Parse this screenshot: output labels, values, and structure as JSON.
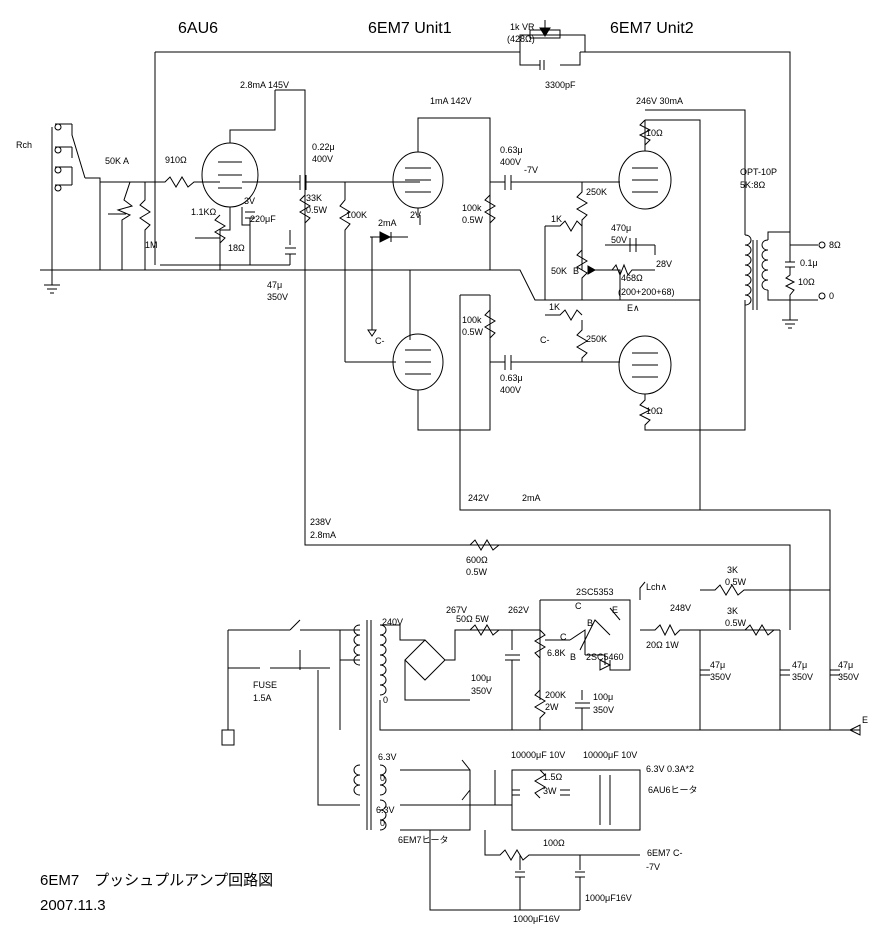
{
  "titles": {
    "tube1": "6AU6",
    "tube2": "6EM7 Unit1",
    "tube3": "6EM7 Unit2"
  },
  "footer": {
    "title": "6EM7　プッシュプルアンプ回路図",
    "date": "2007.11.3"
  },
  "labels": {
    "vr": "1k  VR",
    "vr2": "(428Ω)",
    "c3300": "3300pF",
    "rch": "Rch",
    "pot": "50K A",
    "r910": "910Ω",
    "r1m": "1M",
    "v1a": "2.8mA  145V",
    "r11k": "1.1KΩ",
    "v3": "3V",
    "c220": "220μF",
    "r18": "18Ω",
    "c022a": "0.22μ",
    "c022b": "400V",
    "r33ka": "33K",
    "r33kb": "0.5W",
    "r100k": "100K",
    "c47a": "47μ",
    "c47b": "350V",
    "d2ma": "2mA",
    "v2": "2V",
    "cminus": "C-",
    "u1a": "1mA   142V",
    "r100ka": "100k",
    "r100kb": "0.5W",
    "c063a": "0.63μ",
    "c063b": "400V",
    "v7": "-7V",
    "r100kc": "100k",
    "r100kd": "0.5W",
    "c063c": "0.63μ",
    "c063d": "400V",
    "u2a": "246V   30mA",
    "r10a": "10Ω",
    "r250ka": "250K",
    "r1ka": "1K",
    "c470a": "470μ",
    "c470b": "50V",
    "r50k": "50K",
    "bsym": "B",
    "v28": "28V",
    "r468": "468Ω",
    "r468b": "(200+200+68)",
    "ehe": "E∧",
    "r1kb": "1K",
    "cminus2": "C-",
    "r250kb": "250K",
    "r10b": "10Ω",
    "opt": "OPT-10P",
    "opt2": "5K:8Ω",
    "c01": "0.1μ",
    "r10c": "10Ω",
    "o8": "8Ω",
    "o0": "0",
    "v242": "242V",
    "ma2": "2mA",
    "v238": "238V",
    "ma28": "2.8mA",
    "r600a": "600Ω",
    "r600b": "0.5W",
    "tr1": "2SC5353",
    "lch": "Lch∧",
    "sw240": "240V",
    "v267": "267V",
    "r50a": "50Ω  5W",
    "v262": "262V",
    "c": "C",
    "e": "E",
    "b": "B",
    "v248": "248V",
    "r3ka": "3K",
    "r3kb": "0.5W",
    "r3kc": "3K",
    "r3kd": "0.5W",
    "r68k": "6.8K",
    "c2": "C",
    "b2": "B",
    "tr2": "2SC5460",
    "r20": "20Ω  1W",
    "c47c": "47μ",
    "c47d": "350V",
    "c47e": "47μ",
    "c47f": "350V",
    "c47g": "47μ",
    "c47h": "350V",
    "fuse": "FUSE",
    "fuse2": "1.5A",
    "c100a": "100μ",
    "c100b": "350V",
    "r200k": "200K",
    "r200kb": "2W",
    "c100c": "100μ",
    "c100d": "350V",
    "zero": "0",
    "gnd_e": "E",
    "h63a": "6.3V",
    "h0a": "0",
    "h63b": "6.3V",
    "h0b": "0",
    "c10000a": "10000μF 10V",
    "c10000b": "10000μF 10V",
    "r15": "1.5Ω",
    "r15b": "3W",
    "h6au6a": "6.3V 0.3A*2",
    "h6au6b": "6AU6ヒータ",
    "h6em7": "6EM7ヒータ",
    "r100": "100Ω",
    "cm1": "6EM7 C-",
    "cm2": "-7V",
    "c1000a": "1000μF16V",
    "c1000b": "1000μF16V"
  }
}
